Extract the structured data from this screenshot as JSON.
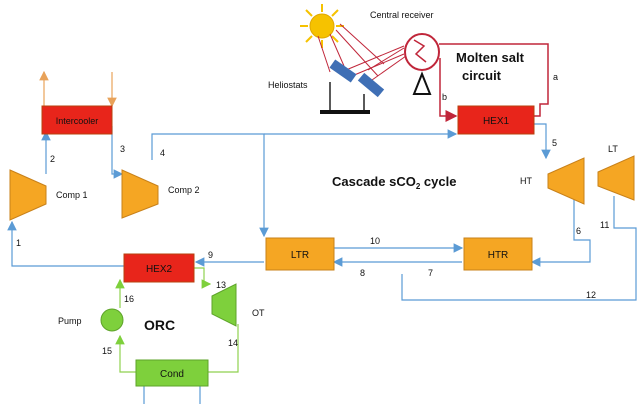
{
  "sun": {
    "icon": "sun-icon",
    "color": "#f6c200"
  },
  "receiver": {
    "label": "Central receiver",
    "color": "#c0263a"
  },
  "heliostats": {
    "label": "Heliostats",
    "color": "#3f6fb5"
  },
  "molten_salt": {
    "line1": "Molten salt",
    "line2": "circuit",
    "a": "a",
    "b": "b"
  },
  "hex1": {
    "label": "HEX1"
  },
  "hex2": {
    "label": "HEX2"
  },
  "intercooler": {
    "label": "Intercooler"
  },
  "comp1": {
    "label": "Comp 1"
  },
  "comp2": {
    "label": "Comp 2"
  },
  "ht": {
    "label": "HT"
  },
  "lt": {
    "label": "LT"
  },
  "ltr": {
    "label": "LTR"
  },
  "htr": {
    "label": "HTR"
  },
  "ot": {
    "label": "OT"
  },
  "cond": {
    "label": "Cond"
  },
  "pump": {
    "label": "Pump"
  },
  "cycle_title": {
    "main": "Cascade sCO",
    "sub": "2",
    "rest": " cycle"
  },
  "orc_label": "ORC",
  "states": [
    "1",
    "2",
    "3",
    "4",
    "5",
    "6",
    "7",
    "8",
    "9",
    "10",
    "11",
    "12",
    "13",
    "14",
    "15",
    "16"
  ],
  "colors": {
    "co2_line": "#5b9bd5",
    "salt_line": "#c0263a",
    "orc_line": "#8fd14f",
    "hex_fill": "#e8251b",
    "turbo_fill": "#f5a623",
    "recup_fill": "#f5a623",
    "orc_fill": "#7ed03c"
  }
}
